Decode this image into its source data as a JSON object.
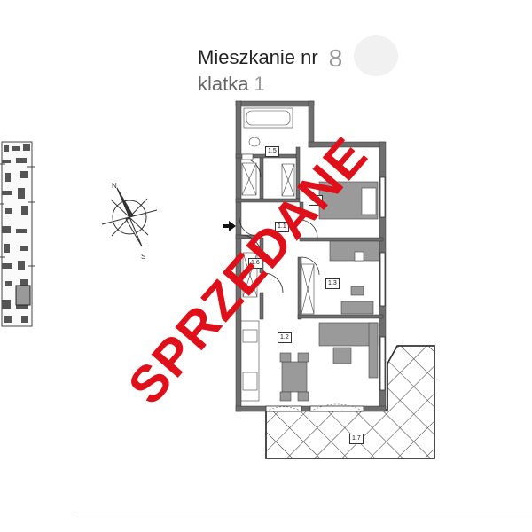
{
  "header": {
    "title_prefix": "Mieszkanie nr",
    "apartment_number": "8",
    "staircase_prefix": "klatka",
    "staircase_number": "1"
  },
  "rooms": [
    {
      "id": "1.1",
      "label": "1.1"
    },
    {
      "id": "1.2",
      "label": "1.2"
    },
    {
      "id": "1.3",
      "label": "1.3"
    },
    {
      "id": "1.4",
      "label": "1.4"
    },
    {
      "id": "1.5",
      "label": "1.5"
    },
    {
      "id": "1.6",
      "label": "1.6"
    },
    {
      "id": "1.7",
      "label": "1.7"
    }
  ],
  "stamp": {
    "text": "SPRZEDANE",
    "color": "#e0101a"
  },
  "compass": {
    "north_label": "N",
    "south_label": "S"
  },
  "colors": {
    "wall": "#6e6e6e",
    "furniture": "#9a9a9a",
    "line": "#333333"
  }
}
